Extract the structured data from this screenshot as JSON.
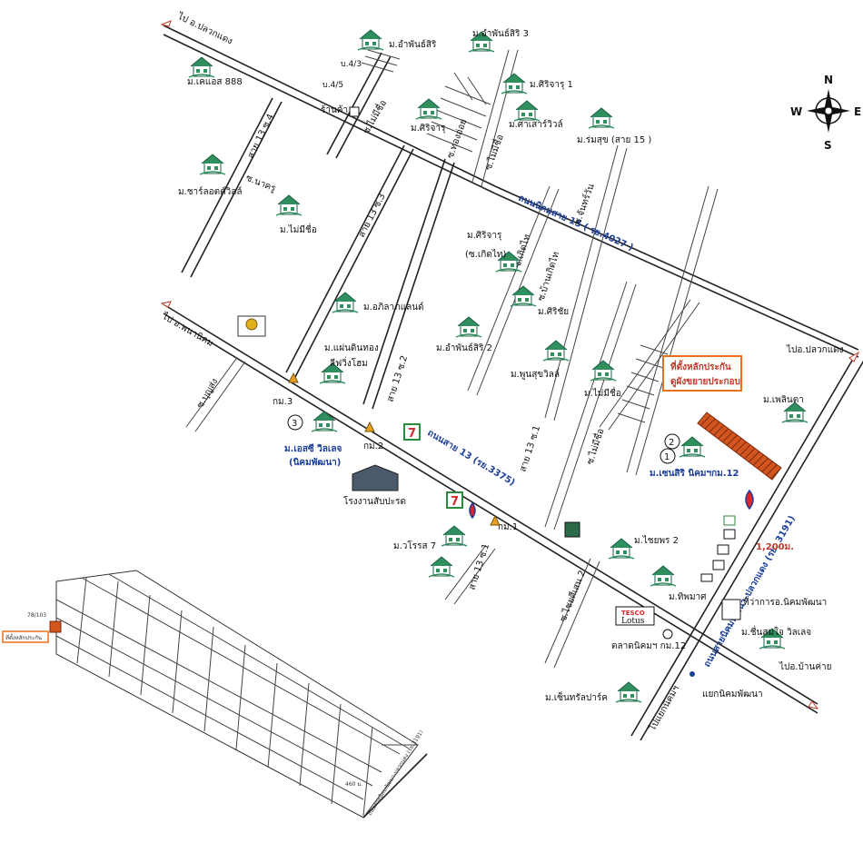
{
  "compass": {
    "n": "N",
    "s": "S",
    "w": "W",
    "e": "E"
  },
  "roads": {
    "to_plaeng_top": "ไป อ.ปลวกแดง",
    "to_phanat": "ไป อ.พนานิคม",
    "to_plaeng_right": "ไปอ.ปลวกแดง",
    "to_banchang": "ไปอ.บ้านค่าย",
    "to_nikhom_junction": "ไปแยกนิคมฯ",
    "nikhom15": "ถนนนิคมสาย 15 ( รย.4027 )",
    "line13": "ถนนสาย 13 (รย.3375)",
    "main3191": "ถนนสายนิคมพัฒนา-ปลวกแดง (รย. 3191)",
    "s13_4": "สาย 13 ซ.4",
    "s13_3": "สาย 13 ซ.3",
    "s13_2": "สาย 13 ซ.2",
    "s13_1": "สาย 13 ซ.1",
    "s13_1b": "สาย 13 ซ.1",
    "nakhru": "ซ.นาครู",
    "maimichue1": "ซ.ไม่มีชื่อ",
    "maimichue2": "ซ.ไม่มีชื่อ",
    "maimichue3": "ซ.ไม่มีชื่อ",
    "thongoi": "ซ.ทองอ่อย",
    "chanphrawan": "ซ.จันทร์วัน",
    "kerdthai": "ซ.เกิดไท",
    "banmaikerdthai": "ซ.บ้านเกิดไท",
    "booyang": "ซ.บุญส่ง",
    "chaithongsaen": "ซ.ไชยศีเสน 2",
    "b43": "บ.4/3",
    "b45": "บ.4/5"
  },
  "places": {
    "amphansiri": "ม.อำพันธ์สิริ",
    "amphansiri3": "ม.อำพันธ์สิริ 3",
    "amphansiri2": "ม.อำพันธ์สิริ 2",
    "kheynis888": "ม.เคแอส 888",
    "sirijaru1": "ม.ศิริจารุ 1",
    "sirijaru": "ม.ศิริจารุ",
    "sirijaru_kt": "ม.ศิริจารุ",
    "sirijaru_kt2": "(ซ.เกิดไท)",
    "sasaow": "ม.ศาเสาร์วิวล์",
    "romsuk": "ม.ร่มสุข (สาย 15 )",
    "charlotte": "ม.ชาร์ลอตต์วิลล์",
    "maimichue": "ม.ไม่มีชื่อ",
    "maimichue_b": "ม.ไม่มีชื่อ",
    "apilap": "ม.อภิลาภแลนด์",
    "siri_chai": "ม.ศิริชัย",
    "phaendin1": "ม.แผ่นดินทอง",
    "phaendin2": "ลีฟวิ่งโฮม",
    "poonsuk": "ม.พูนสุขวิลล์",
    "plernta": "ม.เพลินตา",
    "sc_village": "ม.เอสซี วิลเลจ",
    "sc_village2": "(นิคมพัฒนา)",
    "warehouse": "โรงงานสับปะรด",
    "worarot": "ม.วโรรส 7",
    "chaiyaphon": "ม.ไชยพร 2",
    "thipmart": "ม.ทิพมาศ",
    "district_office": "ที่ว่าการอ.นิคมพัฒนา",
    "chuensomjai": "ม.ชื่นสมใจ วิลเลจ",
    "market": "ตลาดนิคมฯ กม.12",
    "central_park": "ม.เซ็นทรัลปาร์ค",
    "junction": "แยกนิคมพัฒนา",
    "shop": "ร้านค้า",
    "lotus_top": "TESCO",
    "lotus": "Lotus",
    "km1": "กม.1",
    "km2": "กม.2",
    "km3": "กม.3",
    "distance": "1,200ม.",
    "sensiri": "ม.เซนสิริ นิคมฯกม.12",
    "collateral_line1": "ที่ตั้งหลักประกัน",
    "collateral_line2": "ดูผังขยายประกอบ",
    "pin_no1": "1",
    "pin_no2": "2",
    "pin_no3": "3",
    "seven_eleven": "7"
  },
  "inset": {
    "collateral": "ที่ตั้งหลักประกัน",
    "plot": "78/103",
    "road": "ถนนสายนิคมพัฒนา-ปลวกแดง (รย.3191)",
    "dist": "460 ม."
  },
  "colors": {
    "accent_orange": "#e8701a",
    "collateral_red": "#c0392b",
    "road_blue": "#1d3f9a",
    "house_green": "#2f8f5e"
  }
}
